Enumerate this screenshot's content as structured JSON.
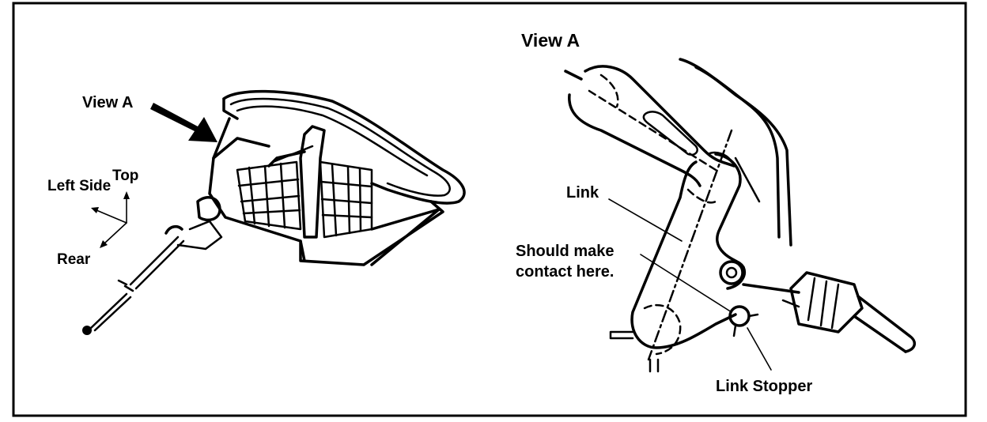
{
  "left_panel": {
    "view_arrow_label": "View A",
    "orientation": {
      "top": "Top",
      "left_side": "Left Side",
      "rear": "Rear"
    }
  },
  "right_panel": {
    "title": "View A",
    "link_label": "Link",
    "contact_label_line1": "Should make",
    "contact_label_line2": "contact here.",
    "stopper_label": "Link Stopper"
  },
  "colors": {
    "ink": "#000000",
    "paper": "#ffffff"
  }
}
